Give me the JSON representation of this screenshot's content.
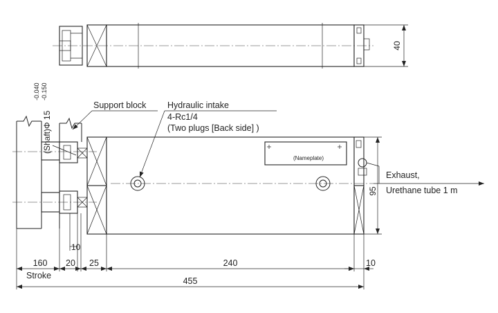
{
  "labels": {
    "support_block": "Support block",
    "hydraulic_intake": "Hydraulic intake",
    "port_size": "4-Rc1/4",
    "plugs_note": "(Two plugs [Back side] )",
    "nameplate": "(Nameplate)",
    "exhaust_line1": "Exhaust,",
    "exhaust_line2": "Urethane tube 1 m",
    "shaft_tol_upper": "-0.040",
    "shaft_tol_lower": "-0.150",
    "shaft_dia": "(Shaft)Φ 15",
    "stroke": "Stroke"
  },
  "dimensions": {
    "stroke_len": "160",
    "block_width": "20",
    "block_inner": "10",
    "flange": "25",
    "body_len": "240",
    "end_len": "10",
    "total_len": "455",
    "top_height": "40",
    "body_height": "95"
  }
}
